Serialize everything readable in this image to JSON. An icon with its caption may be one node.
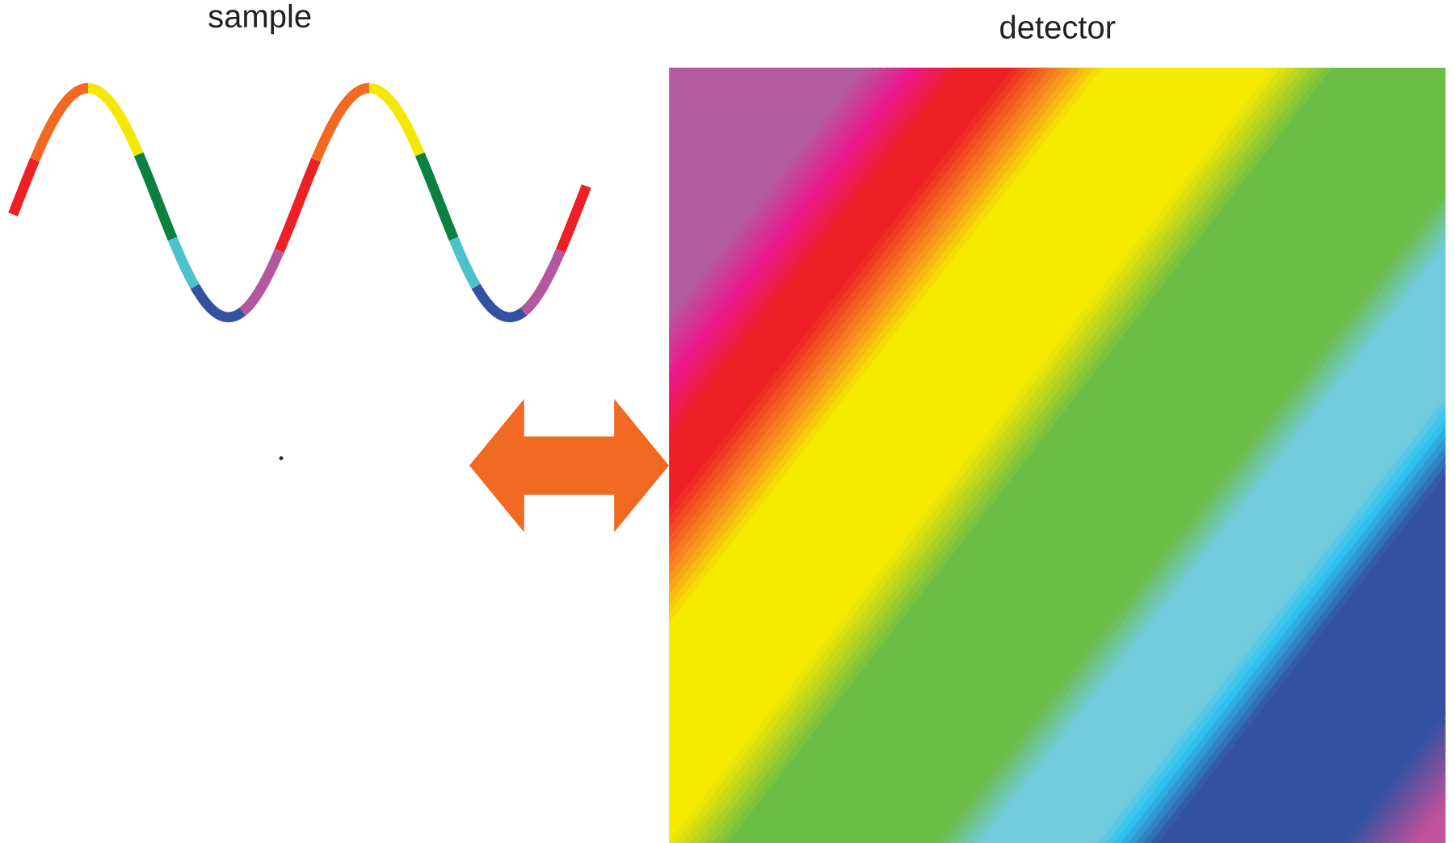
{
  "diagram": {
    "nodes": [
      {
        "text": [
          "sample"
        ]
      },
      {
        "text": [
          "detector"
        ]
      }
    ],
    "edges": [
      {
        "from": null,
        "to": 1,
        "arrow": "both",
        "style": "thick",
        "color": "#f26a21"
      }
    ]
  }
}
